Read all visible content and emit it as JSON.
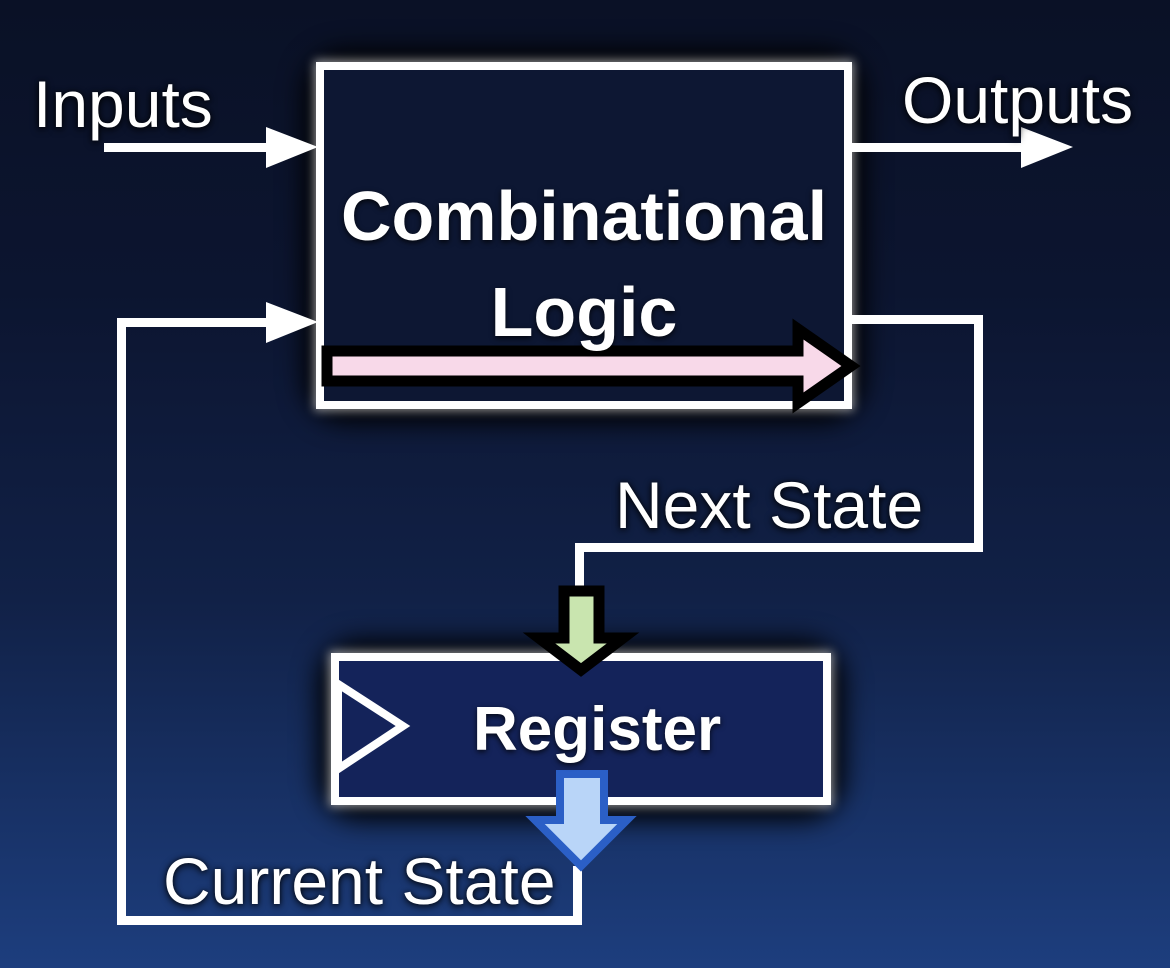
{
  "diagram": {
    "combinational_box": {
      "label_line1": "Combinational",
      "label_line2": "Logic"
    },
    "register_box": {
      "label": "Register"
    },
    "wire_labels": {
      "inputs": "Inputs",
      "outputs": "Outputs",
      "next_state": "Next State",
      "current_state": "Current State"
    }
  },
  "colors": {
    "background_top": "#0a1126",
    "background_bottom": "#1d3e7e",
    "wire": "#ffffff",
    "box_border": "#ffffff",
    "combinational_box_fill": "#0d1733",
    "register_box_fill": "#14235a",
    "arrowhead_fill": "#ffffff",
    "clock_triangle_stroke": "#ffffff",
    "data_arrow_fill": "#f8d9e9",
    "data_arrow_stroke": "#000000",
    "next_state_arrow_fill": "#c9e5af",
    "next_state_arrow_stroke": "#000000",
    "current_state_arrow_fill": "#b9d5f8",
    "current_state_arrow_stroke": "#2b5fc6"
  }
}
